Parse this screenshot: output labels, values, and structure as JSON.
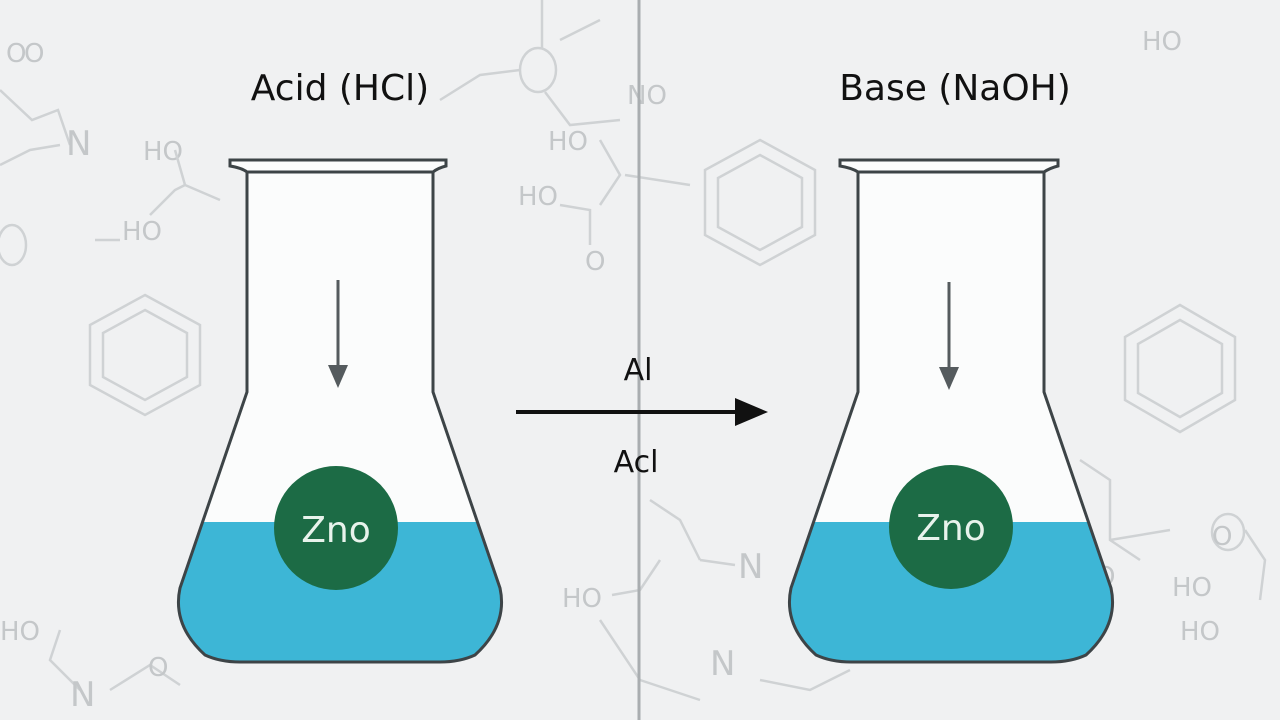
{
  "colors": {
    "background": "#f0f1f2",
    "liquid": "#3db6d6",
    "particle": "#1c6b45",
    "flask_outline": "#3d4447",
    "divider": "#a9adb0"
  },
  "left_panel": {
    "title": "Acid (HCl)",
    "particle_label": "Zno"
  },
  "right_panel": {
    "title": "Base (NaOH)",
    "particle_label": "Zno"
  },
  "reaction_arrow": {
    "label_above": "Al",
    "label_below": "Acl"
  },
  "background_labels": [
    "HO",
    "HO",
    "HO",
    "HO",
    "HO",
    "HO",
    "HO",
    "HO",
    "HO",
    "N",
    "N",
    "N",
    "N",
    "NO",
    "O",
    "O",
    "O",
    "O",
    "O",
    "O"
  ],
  "icons": [
    "down-arrow-icon",
    "down-arrow-icon",
    "reaction-arrow-icon",
    "benzene-ring-icon"
  ]
}
